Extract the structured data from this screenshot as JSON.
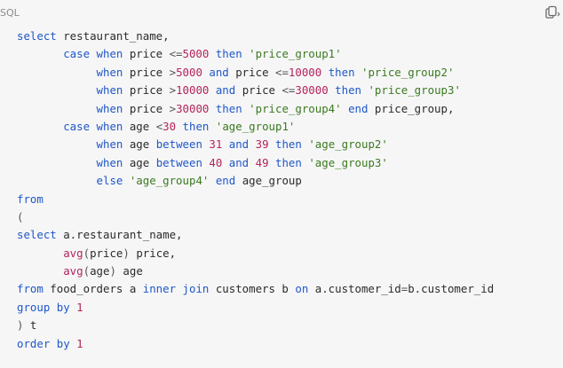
{
  "code_block": {
    "language_label": "SQL",
    "copy_icon": "copy-icon",
    "colors": {
      "keyword": "#1f57c8",
      "function": "#b3245b",
      "string": "#3b7a1f",
      "number": "#b3245b",
      "text": "#2b2b2b",
      "background": "#f6f6f7"
    },
    "lines": [
      [
        [
          "kw",
          "select"
        ],
        [
          "id",
          " restaurant_name,"
        ]
      ],
      [
        [
          "id",
          "       "
        ],
        [
          "kw",
          "case"
        ],
        [
          "id",
          " "
        ],
        [
          "kw",
          "when"
        ],
        [
          "id",
          " price "
        ],
        [
          "op",
          "<="
        ],
        [
          "num",
          "5000"
        ],
        [
          "id",
          " "
        ],
        [
          "kw",
          "then"
        ],
        [
          "id",
          " "
        ],
        [
          "str",
          "'price_group1'"
        ]
      ],
      [
        [
          "id",
          "            "
        ],
        [
          "kw",
          "when"
        ],
        [
          "id",
          " price "
        ],
        [
          "op",
          ">"
        ],
        [
          "num",
          "5000"
        ],
        [
          "id",
          " "
        ],
        [
          "kw",
          "and"
        ],
        [
          "id",
          " price "
        ],
        [
          "op",
          "<="
        ],
        [
          "num",
          "10000"
        ],
        [
          "id",
          " "
        ],
        [
          "kw",
          "then"
        ],
        [
          "id",
          " "
        ],
        [
          "str",
          "'price_group2'"
        ]
      ],
      [
        [
          "id",
          "            "
        ],
        [
          "kw",
          "when"
        ],
        [
          "id",
          " price "
        ],
        [
          "op",
          ">"
        ],
        [
          "num",
          "10000"
        ],
        [
          "id",
          " "
        ],
        [
          "kw",
          "and"
        ],
        [
          "id",
          " price "
        ],
        [
          "op",
          "<="
        ],
        [
          "num",
          "30000"
        ],
        [
          "id",
          " "
        ],
        [
          "kw",
          "then"
        ],
        [
          "id",
          " "
        ],
        [
          "str",
          "'price_group3'"
        ]
      ],
      [
        [
          "id",
          "            "
        ],
        [
          "kw",
          "when"
        ],
        [
          "id",
          " price "
        ],
        [
          "op",
          ">"
        ],
        [
          "num",
          "30000"
        ],
        [
          "id",
          " "
        ],
        [
          "kw",
          "then"
        ],
        [
          "id",
          " "
        ],
        [
          "str",
          "'price_group4'"
        ],
        [
          "id",
          " "
        ],
        [
          "kw",
          "end"
        ],
        [
          "id",
          " price_group,"
        ]
      ],
      [
        [
          "id",
          "       "
        ],
        [
          "kw",
          "case"
        ],
        [
          "id",
          " "
        ],
        [
          "kw",
          "when"
        ],
        [
          "id",
          " age "
        ],
        [
          "op",
          "<"
        ],
        [
          "num",
          "30"
        ],
        [
          "id",
          " "
        ],
        [
          "kw",
          "then"
        ],
        [
          "id",
          " "
        ],
        [
          "str",
          "'age_group1'"
        ]
      ],
      [
        [
          "id",
          "            "
        ],
        [
          "kw",
          "when"
        ],
        [
          "id",
          " age "
        ],
        [
          "kw",
          "between"
        ],
        [
          "id",
          " "
        ],
        [
          "num",
          "31"
        ],
        [
          "id",
          " "
        ],
        [
          "kw",
          "and"
        ],
        [
          "id",
          " "
        ],
        [
          "num",
          "39"
        ],
        [
          "id",
          " "
        ],
        [
          "kw",
          "then"
        ],
        [
          "id",
          " "
        ],
        [
          "str",
          "'age_group2'"
        ]
      ],
      [
        [
          "id",
          "            "
        ],
        [
          "kw",
          "when"
        ],
        [
          "id",
          " age "
        ],
        [
          "kw",
          "between"
        ],
        [
          "id",
          " "
        ],
        [
          "num",
          "40"
        ],
        [
          "id",
          " "
        ],
        [
          "kw",
          "and"
        ],
        [
          "id",
          " "
        ],
        [
          "num",
          "49"
        ],
        [
          "id",
          " "
        ],
        [
          "kw",
          "then"
        ],
        [
          "id",
          " "
        ],
        [
          "str",
          "'age_group3'"
        ]
      ],
      [
        [
          "id",
          "            "
        ],
        [
          "kw",
          "else"
        ],
        [
          "id",
          " "
        ],
        [
          "str",
          "'age_group4'"
        ],
        [
          "id",
          " "
        ],
        [
          "kw",
          "end"
        ],
        [
          "id",
          " age_group"
        ]
      ],
      [
        [
          "kw",
          "from"
        ]
      ],
      [
        [
          "op",
          "("
        ]
      ],
      [
        [
          "kw",
          "select"
        ],
        [
          "id",
          " a.restaurant_name,"
        ]
      ],
      [
        [
          "id",
          "       "
        ],
        [
          "fn",
          "avg"
        ],
        [
          "op",
          "("
        ],
        [
          "id",
          "price"
        ],
        [
          "op",
          ")"
        ],
        [
          "id",
          " price,"
        ]
      ],
      [
        [
          "id",
          "       "
        ],
        [
          "fn",
          "avg"
        ],
        [
          "op",
          "("
        ],
        [
          "id",
          "age"
        ],
        [
          "op",
          ")"
        ],
        [
          "id",
          " age"
        ]
      ],
      [
        [
          "kw",
          "from"
        ],
        [
          "id",
          " food_orders a "
        ],
        [
          "kw",
          "inner"
        ],
        [
          "id",
          " "
        ],
        [
          "kw",
          "join"
        ],
        [
          "id",
          " customers b "
        ],
        [
          "kw",
          "on"
        ],
        [
          "id",
          " a.customer_id"
        ],
        [
          "op",
          "="
        ],
        [
          "id",
          "b.customer_id"
        ]
      ],
      [
        [
          "kw",
          "group by"
        ],
        [
          "id",
          " "
        ],
        [
          "num",
          "1"
        ]
      ],
      [
        [
          "op",
          ")"
        ],
        [
          "id",
          " t"
        ]
      ],
      [
        [
          "kw",
          "order by"
        ],
        [
          "id",
          " "
        ],
        [
          "num",
          "1"
        ]
      ]
    ]
  }
}
